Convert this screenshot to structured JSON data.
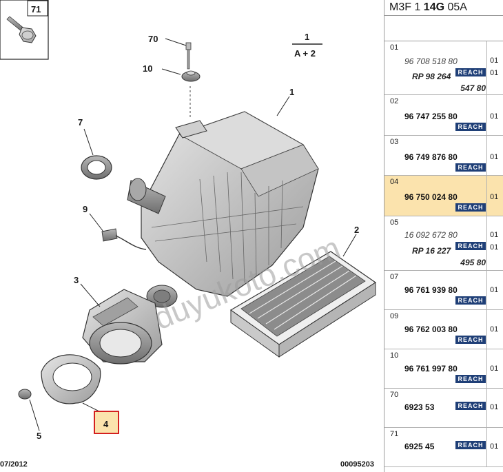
{
  "diagram": {
    "callouts": {
      "c71": "71",
      "c70": "70",
      "c10": "10",
      "c7": "7",
      "c9": "9",
      "c3": "3",
      "c4": "4",
      "c5": "5",
      "c1": "1",
      "c2": "2"
    },
    "variant_top": "1",
    "variant_bottom": "A + 2",
    "date": "07/2012",
    "code": "00095203",
    "watermark": "duyukoto.com",
    "highlight_color": "#d42020",
    "highlight_fill": "#fbe3ad"
  },
  "panel": {
    "title_prefix": "M3F 1 ",
    "title_bold": "14G",
    "title_suffix": " 05A",
    "reach_label": "REACH",
    "rows": [
      {
        "idx": "01",
        "ref1": "96 708 518 80",
        "ref2": "RP 98 264",
        "ref3": "547 80",
        "qty1": "01",
        "qty2": "01"
      },
      {
        "idx": "02",
        "ref1": "96 747 255 80",
        "qty1": "01"
      },
      {
        "idx": "03",
        "ref1": "96 749 876 80",
        "qty1": "01"
      },
      {
        "idx": "04",
        "ref1": "96 750 024 80",
        "qty1": "01"
      },
      {
        "idx": "05",
        "ref1": "16 092 672 80",
        "ref2": "RP 16 227",
        "ref3": "495 80",
        "qty1": "01",
        "qty2": "01"
      },
      {
        "idx": "07",
        "ref1": "96 761 939 80",
        "qty1": "01"
      },
      {
        "idx": "09",
        "ref1": "96 762 003 80",
        "qty1": "01"
      },
      {
        "idx": "10",
        "ref1": "96 761 997 80",
        "qty1": "01"
      },
      {
        "idx": "70",
        "ref1": "6923 53",
        "qty1": "01"
      },
      {
        "idx": "71",
        "ref1": "6925 45",
        "qty1": "01"
      }
    ],
    "highlight_row": "04",
    "reach_color": "#1f3f77"
  }
}
